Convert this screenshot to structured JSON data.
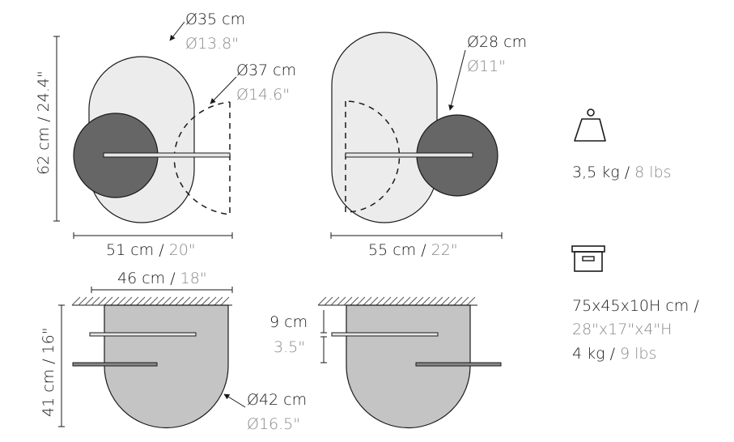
{
  "colors": {
    "panel_light": "#ececec",
    "panel_mid": "#c4c4c4",
    "disc_dark": "#666666",
    "text_main": "#1a1a1a",
    "text_secondary": "#8a8a8a"
  },
  "icons": {
    "weight": "weight-icon",
    "box": "box-icon"
  },
  "top_left": {
    "diam_large_cm": "Ø35 cm",
    "diam_large_in": "Ø13.8\"",
    "diam_dashed_cm": "Ø37 cm",
    "diam_dashed_in": "Ø14.6\"",
    "height_label": "62 cm / 24.4\"",
    "width_cm": "51 cm / ",
    "width_in": "20\""
  },
  "top_right": {
    "diam_disc_cm": "Ø28 cm",
    "diam_disc_in": "Ø11\"",
    "width_cm": "55 cm / ",
    "width_in": "22\""
  },
  "bottom_left": {
    "width_cm": "46 cm / ",
    "width_in": "18\"",
    "height_label": "41 cm / 16\"",
    "diam_cm": "Ø42 cm",
    "diam_in": "Ø16.5\""
  },
  "bottom_right": {
    "gap_cm": "9 cm",
    "gap_in": "3.5\""
  },
  "specs": {
    "product_weight_kg": "3,5 kg / ",
    "product_weight_lbs": "8 lbs",
    "package_dims_cm": "75x45x10H cm /",
    "package_dims_in": "28\"x17\"x4\"H",
    "package_weight_kg": "4 kg / ",
    "package_weight_lbs": "9 lbs"
  }
}
